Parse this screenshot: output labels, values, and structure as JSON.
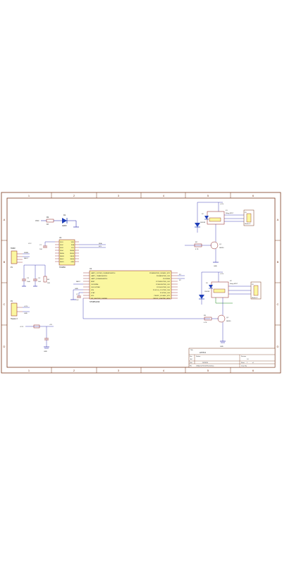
{
  "colors": {
    "frame": "#7a3b1e",
    "wire": "#1a1aa6",
    "ic_fill": "#fbf7a0",
    "ic_stroke": "#8a1f1f",
    "led_blue": "#1f3fb8",
    "green_wire": "#1f8a1f",
    "text": "#1a1a1a"
  },
  "frame": {
    "col_labels": [
      "1",
      "2",
      "3",
      "4",
      "5",
      "6"
    ],
    "row_labels": [
      "A",
      "B",
      "C",
      "D"
    ]
  },
  "title_block": {
    "title_label": "Title",
    "title_value": "LF5T13",
    "size_label": "Size",
    "size_value": "A4",
    "number_label": "Number",
    "revision_label": "Revision",
    "revision_value": "1.0",
    "date_label": "Date",
    "date_value": "2015/6/10",
    "file_label": "File",
    "file_value": "D:\\Altium\\LF5T13\\TRL5.SchDoc",
    "sheet_label": "Sheet",
    "sheet_value": "1",
    "of_label": "of",
    "drawn_label": "Drawn By"
  },
  "components": {
    "ic_main": {
      "ref": "U1",
      "part": "STM8S103F",
      "left_pins": [
        "UART1_CK/TIM2_CH1/BEEP/HS/PD4",
        "UART1_TX/AIN5/HS/PD5",
        "UART1_RX/AIN6/HS/PD6",
        "NRST",
        "OSCIN/PA1",
        "OSCOUT/PA2",
        "VSS",
        "VCAP",
        "VDD",
        "SPI_NSS/TIM2_CH3/PA3"
      ],
      "right_pins": [
        "PD3/AIN4/TIM2_CH2/ADC_ETR",
        "PD2/AIN3/TIM2_CH3",
        "PD1/SWIM",
        "PC7/MISO/TIM1_CH2",
        "PC6/MOSI/TIM1_CH1",
        "PC5/SCK/TIM2_CH1",
        "PC4/CLK_CCO/TIM1_CH4",
        "PC3/TIM1_CH3",
        "PB4/I2C_SCL/ADC_ETR",
        "PB5/I2C_SDA/TIM1_BKIN"
      ]
    },
    "ic_driver": {
      "ref": "U2",
      "part": "TM1650",
      "left_pins": [
        "DIG1",
        "DIG2",
        "DIG3",
        "DIG4",
        "SEGA",
        "SEGB",
        "SEGC",
        "SEGD"
      ],
      "right_pins": [
        "VDD",
        "SDA",
        "SCL",
        "SEGH",
        "SEGG",
        "SEGF",
        "SEGE",
        "GND"
      ]
    },
    "led": {
      "ref": "D1",
      "value": "LED0"
    },
    "r1": {
      "ref": "R1",
      "value": "1K"
    },
    "swim_header": {
      "ref": "P1",
      "value": "SWIM"
    },
    "power_header": {
      "ref": "P2",
      "value": "Header 2"
    },
    "relay1": {
      "ref": "K1",
      "value": "Relay-SPDT"
    },
    "relay2": {
      "ref": "K2",
      "value": "Relay-SPDT"
    },
    "out1": {
      "ref": "P3",
      "value": "Header 3"
    },
    "out2": {
      "ref": "P4",
      "value": "Header 3"
    },
    "q1": {
      "ref": "Q1",
      "value": "S8050"
    },
    "q2": {
      "ref": "Q2",
      "value": "S8050"
    },
    "r2": {
      "ref": "R2",
      "value": "4.7K"
    },
    "r3": {
      "ref": "R3",
      "value": "4.7K"
    },
    "r4": {
      "ref": "R4",
      "value": "10K"
    },
    "d2": {
      "ref": "D2",
      "value": "1N4148"
    },
    "d3": {
      "ref": "D3",
      "value": "1N4148"
    },
    "c1": {
      "ref": "C1",
      "value": "104"
    },
    "c2": {
      "ref": "C2",
      "value": "1uF"
    },
    "c3": {
      "ref": "C3",
      "value": "10uF"
    },
    "c4": {
      "ref": "C4",
      "value": "104"
    }
  },
  "nets": {
    "vcc": "VCC",
    "gnd": "GND",
    "v12": "+12V",
    "v5": "+5V",
    "sda": "SDA",
    "scl": "SCL",
    "swim": "SWIM",
    "nrst": "NRST",
    "k1": "K1",
    "k2": "K2"
  }
}
